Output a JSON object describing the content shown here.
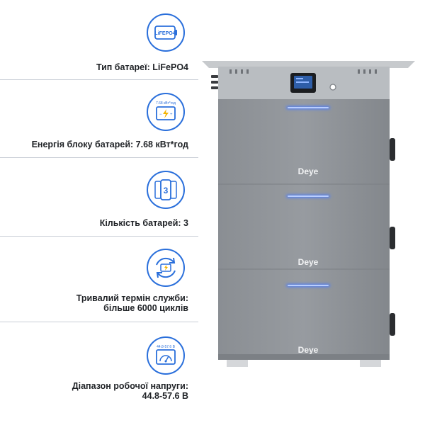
{
  "specs": [
    {
      "label_lines": [
        "Тип батареї: LiFePO4"
      ],
      "icon": "lifepo4-cell-icon",
      "icon_text": "LiFEPO4"
    },
    {
      "label_lines": [
        "Енергія блоку батарей: 7.68 кВт*год"
      ],
      "icon": "battery-energy-icon",
      "icon_text": "7.68 кВт*год"
    },
    {
      "label_lines": [
        "Кількість батарей: 3"
      ],
      "icon": "battery-count-icon",
      "icon_text": "3"
    },
    {
      "label_lines": [
        "Тривалий термін служби:",
        "більше 6000 циклів"
      ],
      "icon": "cycle-life-icon"
    },
    {
      "label_lines": [
        "Діапазон робочої напруги:",
        "44.8-57.6 В"
      ],
      "icon": "voltage-range-icon",
      "icon_text": "44.8-57.6 В"
    }
  ],
  "product": {
    "brand": "Deye",
    "colors": {
      "body": "#8f9398",
      "top": "#bfc3c8",
      "led": "#4a7bff",
      "handle": "#2b2d30"
    }
  }
}
